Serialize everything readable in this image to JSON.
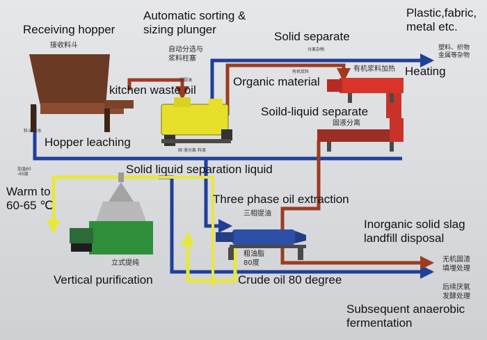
{
  "colors": {
    "blue_pipe": "#1f3f99",
    "brown_pipe": "#9b3c21",
    "yellow_pipe": "#e8e83a",
    "hopper": "#6b3a25",
    "plunger": "#e6e02a",
    "heater": "#d8342a",
    "separator_red": "#c9322a",
    "centrifuge": "#2f8f3a",
    "decanter": "#2c4fa8"
  },
  "labels": {
    "receiving_hopper": "Receiving hopper",
    "receiving_hopper_cn": "接收料斗",
    "sorting_plunger": "Automatic sorting &\nsizing plunger",
    "sorting_plunger_cn": "自动分选与\n浆料柱塞",
    "plastic": "Plastic,fabric,\nmetal etc.",
    "plastic_cn": "塑料、织物\n金属等杂物",
    "solid_separate": "Solid separate",
    "solid_separate_cn": "分离杂物",
    "organic_material": "Organic material",
    "organic_small_cn": "有机浆料",
    "heating": "Heating",
    "heating_cn": "有机浆料加热",
    "kitchen_waste_oil": "kitchen waste oil",
    "kitchen_small_cn": "餐厨油",
    "soild_liquid": "Soild-liquid separate",
    "soild_liquid_cn": "固液分离",
    "hopper_leaching": "Hopper leaching",
    "hopper_leaching_cn": "料斗 沥水",
    "plunger_leach_cn": "固 液分离 料液",
    "solid_liquid_sep_liquid": "Solid liquid separation liquid",
    "heat_cn": "加温60\n-65度",
    "warm": "Warm to\n60-65 ℃",
    "three_phase": "Three phase oil extraction",
    "three_phase_cn": "三相提油",
    "crude_cn": "粗油脂\n80度",
    "inorganic": "Inorganic solid slag\nlandfill disposal",
    "inorganic_cn": "无机固渣\n填埋处理",
    "vertical_cn": "立式提纯",
    "vertical": "Vertical purification",
    "crude_oil": "Crude oil 80 degree",
    "anaerobic_cn": "后续厌氧\n发酵处理",
    "anaerobic": "Subsequent anaerobic\nfermentation"
  }
}
